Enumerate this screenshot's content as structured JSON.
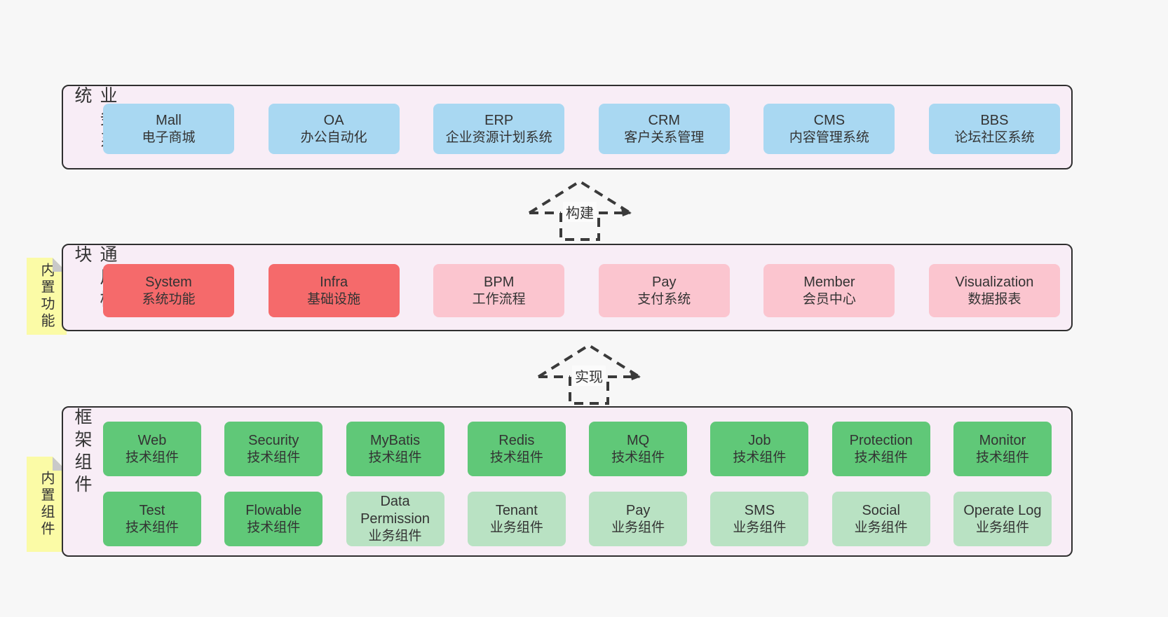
{
  "colors": {
    "page_bg": "#f7f7f7",
    "panel_bg": "#f8edf6",
    "panel_border": "#2f2f2f",
    "blue_box": "#a9d8f2",
    "red_box": "#f56a6b",
    "pink_box": "#fbc5cf",
    "green_box": "#60c878",
    "lightgreen_box": "#b9e2c3",
    "sticky_tag": "#fbfba6",
    "tag_fold": "#c9c9c9",
    "text": "#333333"
  },
  "sections": [
    {
      "id": "business-systems",
      "label": "业务系统",
      "tag": null,
      "rows": [
        [
          {
            "en": "Mall",
            "zh": "电子商城",
            "variant": "blue"
          },
          {
            "en": "OA",
            "zh": "办公自动化",
            "variant": "blue"
          },
          {
            "en": "ERP",
            "zh": "企业资源计划系统",
            "variant": "blue"
          },
          {
            "en": "CRM",
            "zh": "客户关系管理",
            "variant": "blue"
          },
          {
            "en": "CMS",
            "zh": "内容管理系统",
            "variant": "blue"
          },
          {
            "en": "BBS",
            "zh": "论坛社区系统",
            "variant": "blue"
          }
        ]
      ]
    },
    {
      "id": "common-modules",
      "label": "通用模块",
      "tag": "内置功能",
      "rows": [
        [
          {
            "en": "System",
            "zh": "系统功能",
            "variant": "red"
          },
          {
            "en": "Infra",
            "zh": "基础设施",
            "variant": "red"
          },
          {
            "en": "BPM",
            "zh": "工作流程",
            "variant": "pink"
          },
          {
            "en": "Pay",
            "zh": "支付系统",
            "variant": "pink"
          },
          {
            "en": "Member",
            "zh": "会员中心",
            "variant": "pink"
          },
          {
            "en": "Visualization",
            "zh": "数据报表",
            "variant": "pink"
          }
        ]
      ]
    },
    {
      "id": "framework-components",
      "label": "框架组件",
      "tag": "内置组件",
      "rows": [
        [
          {
            "en": "Web",
            "zh": "技术组件",
            "variant": "green"
          },
          {
            "en": "Security",
            "zh": "技术组件",
            "variant": "green"
          },
          {
            "en": "MyBatis",
            "zh": "技术组件",
            "variant": "green"
          },
          {
            "en": "Redis",
            "zh": "技术组件",
            "variant": "green"
          },
          {
            "en": "MQ",
            "zh": "技术组件",
            "variant": "green"
          },
          {
            "en": "Job",
            "zh": "技术组件",
            "variant": "green"
          },
          {
            "en": "Protection",
            "zh": "技术组件",
            "variant": "green"
          },
          {
            "en": "Monitor",
            "zh": "技术组件",
            "variant": "green"
          }
        ],
        [
          {
            "en": "Test",
            "zh": "技术组件",
            "variant": "green"
          },
          {
            "en": "Flowable",
            "zh": "技术组件",
            "variant": "green"
          },
          {
            "en": "Data Permission",
            "zh": "业务组件",
            "variant": "lightgreen"
          },
          {
            "en": "Tenant",
            "zh": "业务组件",
            "variant": "lightgreen"
          },
          {
            "en": "Pay",
            "zh": "业务组件",
            "variant": "lightgreen"
          },
          {
            "en": "SMS",
            "zh": "业务组件",
            "variant": "lightgreen"
          },
          {
            "en": "Social",
            "zh": "业务组件",
            "variant": "lightgreen"
          },
          {
            "en": "Operate Log",
            "zh": "业务组件",
            "variant": "lightgreen"
          }
        ]
      ]
    }
  ],
  "arrows": [
    {
      "label": "构建"
    },
    {
      "label": "实现"
    }
  ]
}
